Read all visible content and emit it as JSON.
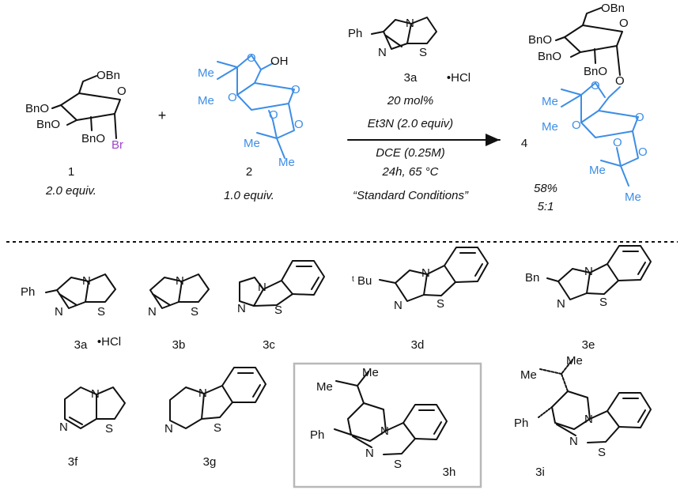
{
  "reaction": {
    "plus": "+",
    "compound1": {
      "number": "1",
      "equiv": "2.0 equiv.",
      "leaving_group": "Br"
    },
    "compound2": {
      "number": "2",
      "equiv": "1.0 equiv.",
      "hydroxyl": "OH"
    },
    "catalyst": {
      "number": "3a",
      "salt": "•HCl",
      "loading": "20 mol%"
    },
    "conditions": [
      "Et3N (2.0 equiv)",
      "DCE (0.25M)",
      "24h, 65 °C",
      "“Standard Conditions”"
    ],
    "product": {
      "number": "4",
      "yield": "58%",
      "ratio": "5:1"
    }
  },
  "groups": {
    "bn": "Bn",
    "obn": "OBn",
    "bno": "BnO",
    "me": "Me",
    "ph": "Ph",
    "tbu_sup": "t",
    "tbu": "Bu"
  },
  "atoms": {
    "n": "N",
    "s": "S",
    "o": "O"
  },
  "catalysts": [
    {
      "id": "3a",
      "label": "3a",
      "salt": "•HCl"
    },
    {
      "id": "3b",
      "label": "3b"
    },
    {
      "id": "3c",
      "label": "3c"
    },
    {
      "id": "3d",
      "label": "3d"
    },
    {
      "id": "3e",
      "label": "3e"
    },
    {
      "id": "3f",
      "label": "3f"
    },
    {
      "id": "3g",
      "label": "3g"
    },
    {
      "id": "3h",
      "label": "3h",
      "highlighted": true
    },
    {
      "id": "3i",
      "label": "3i"
    }
  ],
  "colors": {
    "ink": "#111111",
    "blue": "#3d8ee6",
    "purple": "#a044c9",
    "box": "#b8b8b8"
  }
}
